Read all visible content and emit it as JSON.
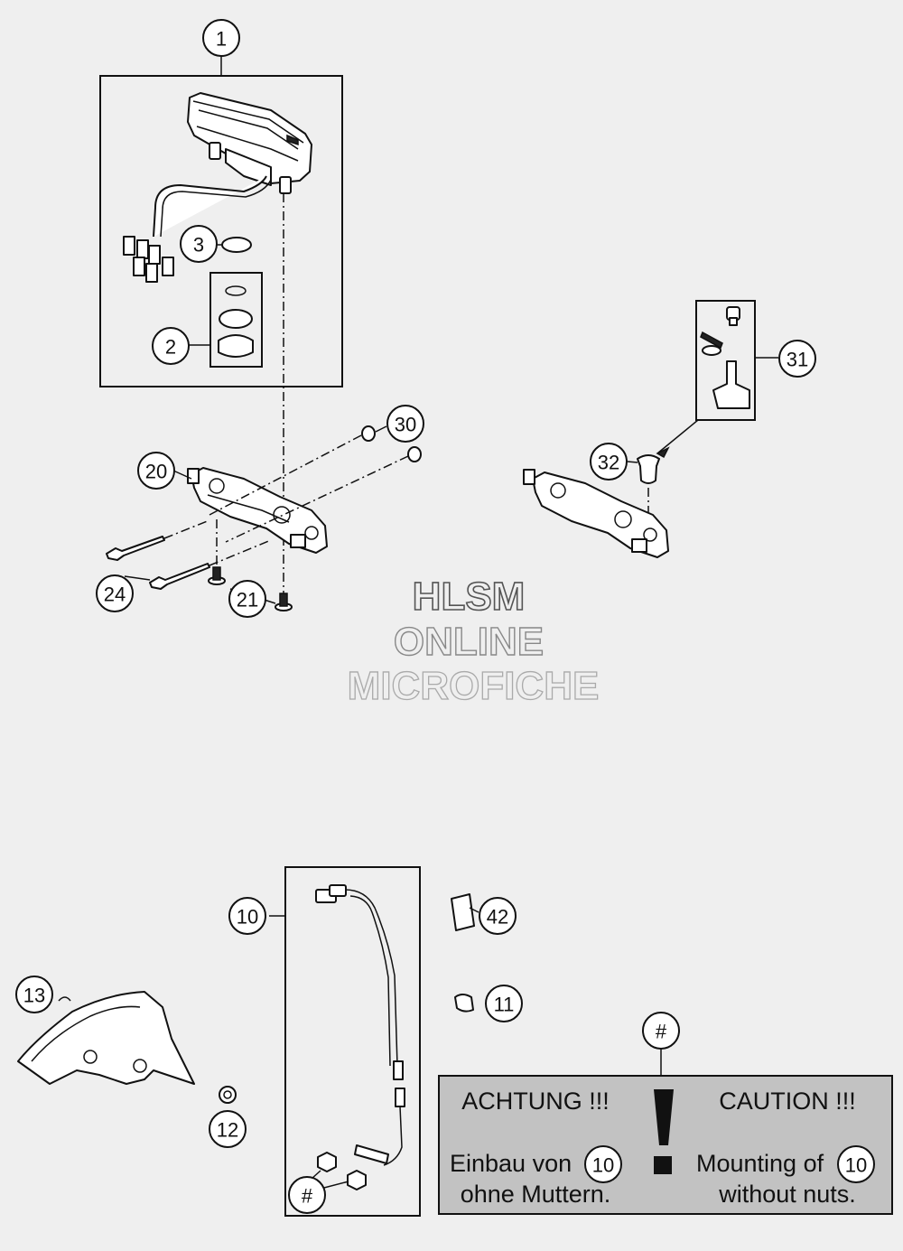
{
  "callouts": [
    "1",
    "2",
    "3",
    "10",
    "11",
    "12",
    "13",
    "20",
    "21",
    "24",
    "30",
    "31",
    "32",
    "42",
    "#"
  ],
  "watermark": {
    "line1": "HLSM",
    "line2": "ONLINE",
    "line3": "MICROFICHE"
  },
  "note": {
    "german_heading": "ACHTUNG !!!",
    "german_line1": "Einbau von",
    "german_line2": "ohne Muttern.",
    "english_heading": "CAUTION !!!",
    "english_line1": "Mounting of",
    "english_line2": "without nuts.",
    "ref_number": "10",
    "exclamation": "!"
  },
  "colors": {
    "background": "#efefef",
    "note_box": "#c2c2c2",
    "ink": "#111111"
  }
}
